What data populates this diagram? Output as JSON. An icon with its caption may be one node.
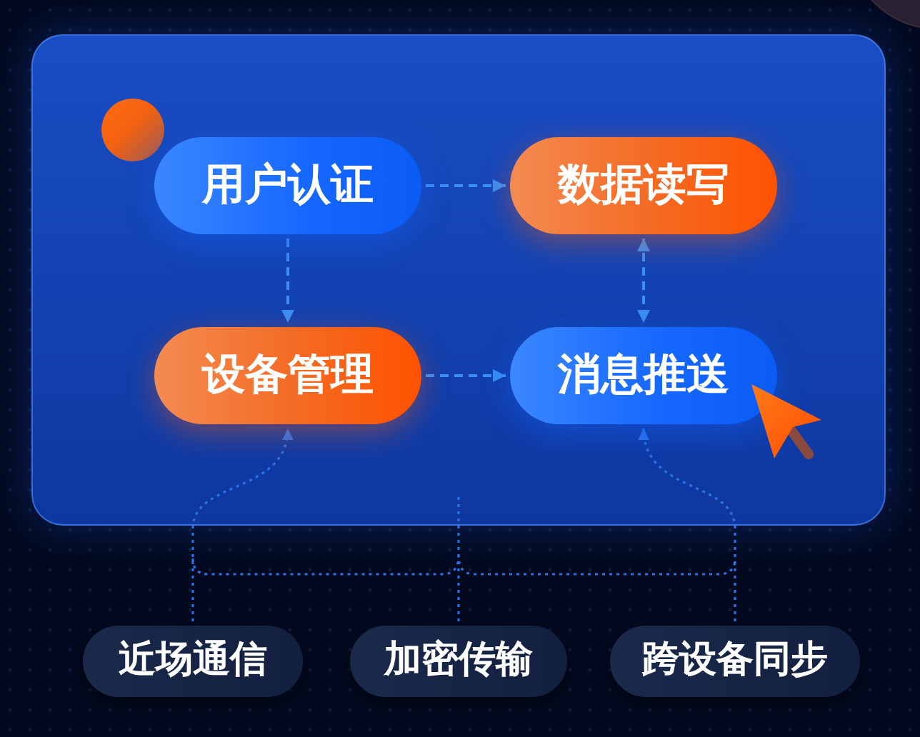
{
  "diagram": {
    "nodes": [
      {
        "text": [],
        "shape": "box"
      },
      {
        "text": [
          "用户认证"
        ],
        "in": 0
      },
      {
        "text": [
          "数据读写"
        ],
        "in": 0
      },
      {
        "text": [
          "设备管理"
        ],
        "in": 0
      },
      {
        "text": [
          "消息推送"
        ],
        "in": 0
      },
      {
        "text": [
          "近场通信"
        ]
      },
      {
        "text": [
          "加密传输"
        ]
      },
      {
        "text": [
          "跨设备同步"
        ]
      }
    ],
    "edges": [
      {
        "from": 1,
        "to": 2,
        "arrow": "to",
        "style": "dashed"
      },
      {
        "from": 1,
        "to": 3,
        "arrow": "to",
        "style": "dashed"
      },
      {
        "from": 3,
        "to": 4,
        "arrow": "to",
        "style": "dashed"
      },
      {
        "from": 2,
        "to": 4,
        "arrow": "both",
        "style": "dashed"
      },
      {
        "from": 5,
        "to": 3,
        "arrow": "to",
        "style": "dashed"
      },
      {
        "from": 6,
        "to": null,
        "arrow": "none",
        "style": "dashed"
      },
      {
        "from": 7,
        "to": 4,
        "arrow": "to",
        "style": "dashed"
      }
    ]
  }
}
